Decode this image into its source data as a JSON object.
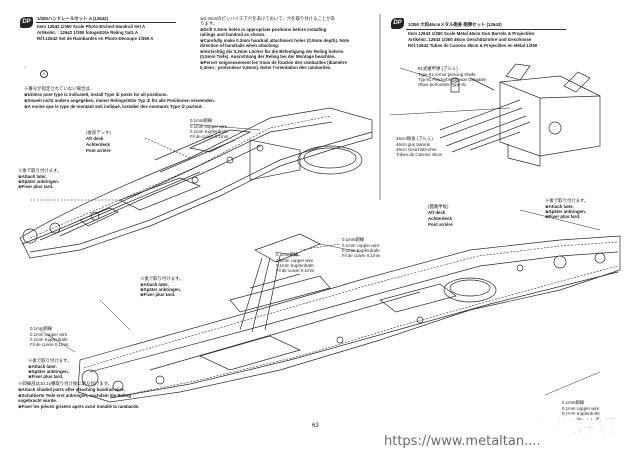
{
  "left_header": {
    "badge": "DP",
    "lines": [
      "1/350ハンドレールセット A (12642)",
      "Item 12642 1/350 Scale Photo-Etched Handrail Set A",
      "Artikelnr. : 12642 1/350 fotogeätzte Reling Satz A",
      "Réf.12642 Set de Rambardes en Photo-Découpe 1/350 A"
    ]
  },
  "left_notes": [
    "※番号が指定されていない場合は、",
    "※Unless post type is indicated, install Type ① posts for all positions.",
    "※Soweit nicht anders angegeben, immer Relingstütze Typ ① für alle Positionen verwenden.",
    "※A moins que le type de montant soit indiqué, installer des montants Type ① partout."
  ],
  "center_notes": [
    "※0.3mmのピンバイスで穴をあけておいて、穴を取り付けることがあ",
    "ります。",
    "※Drill 0.3mm holes in appropriate positions before installing",
    "railings and handrail as shown.",
    "※Carefully make 0.3mm handrail attachment holes (0.5mm depth). Note",
    "direction of handrails when attaching.",
    "※Vorsichtig die 0,3mm Löcher für die Befestigung der Reling bohren",
    "(0,5mm Tiefe). Ausrichtung der Reling bei der Montage beachten.",
    "※Percer soigneusement les trous de fixation des rambardes (diamètre",
    "0,3mm ; profondeur 0,5mm). Noter l'orientation des rambardes."
  ],
  "right_header": {
    "badge": "DP",
    "lines": [
      "1/350 大和46cmメタル砲身 砲弾セット (12643)",
      "Item 12643 1/350 Scale Metal 46cm Gun Barrels & Projectiles",
      "Artikelnr. 12643 1/350 46cm Geschützrohre und Geschosse",
      "Réf.12643 Tubes de Canons 46cm & Projectiles en Métal 1/350"
    ]
  },
  "shell_label": [
    "91式徹甲弾 (アルミ)",
    "Type 91 Armor piercing shells",
    "Typ 91 Panzerbrechende Granaten",
    "Obus perforants Type 91"
  ],
  "gun_label": [
    "46cm砲身 (アルミ)",
    "46cm gun barrels",
    "46cm Geschützrohre",
    "Tubes de Canons 46cm"
  ],
  "aft_deck_upper": [
    "(後部デッキ)",
    "Aft deck",
    "Achterdeck",
    "Pont arrière"
  ],
  "aft_deck_right": [
    "(艦尾甲板)",
    "Aft deck",
    "Achterdeck",
    "Pont arrière"
  ],
  "wire_upper": [
    "0.1mm銅線",
    "0.1mm copper wire",
    "0,1mm Kupferdraht",
    "Fil de cuivre 0,1mm"
  ],
  "wire_mid_a": [
    "0.1mm銅線",
    "0.1mm copper wire",
    "0,1mm Kupferdraht",
    "Fil de cuivre 0,1mm"
  ],
  "wire_mid_b": [
    "0.1mm銅線",
    "0.1mm copper wire",
    "0,1mm Kupferdraht",
    "Fil de cuivre 0,1mm"
  ],
  "wire_left": [
    "0.1mm銅線",
    "0.1mm copper wire",
    "0,1mm Kupferdraht",
    "Fil de cuivre 0,1mm"
  ],
  "wire_right": [
    "0.1mm銅線",
    "0.1mm copper wire",
    "0,1mm Kupferdraht",
    "Fil de cuivre 0,1mm"
  ],
  "attach_later_left": [
    "※後で取り付けます。",
    "※Attach later.",
    "※Später anbringen.",
    "※Fixer plus tard."
  ],
  "attach_later_mid": [
    "※後で取り付けます。",
    "※Attach later.",
    "※Später anbringen.",
    "※Fixer plus tard."
  ],
  "attach_later_right": [
    "※後で取り付けます。",
    "※Attach later.",
    "※Später anbringen.",
    "※Fixer plus tard."
  ],
  "attach_later_bottom": [
    "※後で取り付けます。",
    "※Attach later.",
    "※Später anbringen.",
    "※Fixer plus tard."
  ],
  "shaded_note": [
    "※斜線部は10.14番取り付け後に取り付けます。",
    "※Attach shaded parts after attaching handrail wire.",
    "※Schattierte Teile erst anbringen, nachdem die Reling",
    "angebracht wurde.",
    "※Fixer les pièces grisées après avoir installé la rambarde."
  ],
  "page_number": "63",
  "watermark": "https://www.metaltan....",
  "logo_text": "鋼鐵浮城"
}
